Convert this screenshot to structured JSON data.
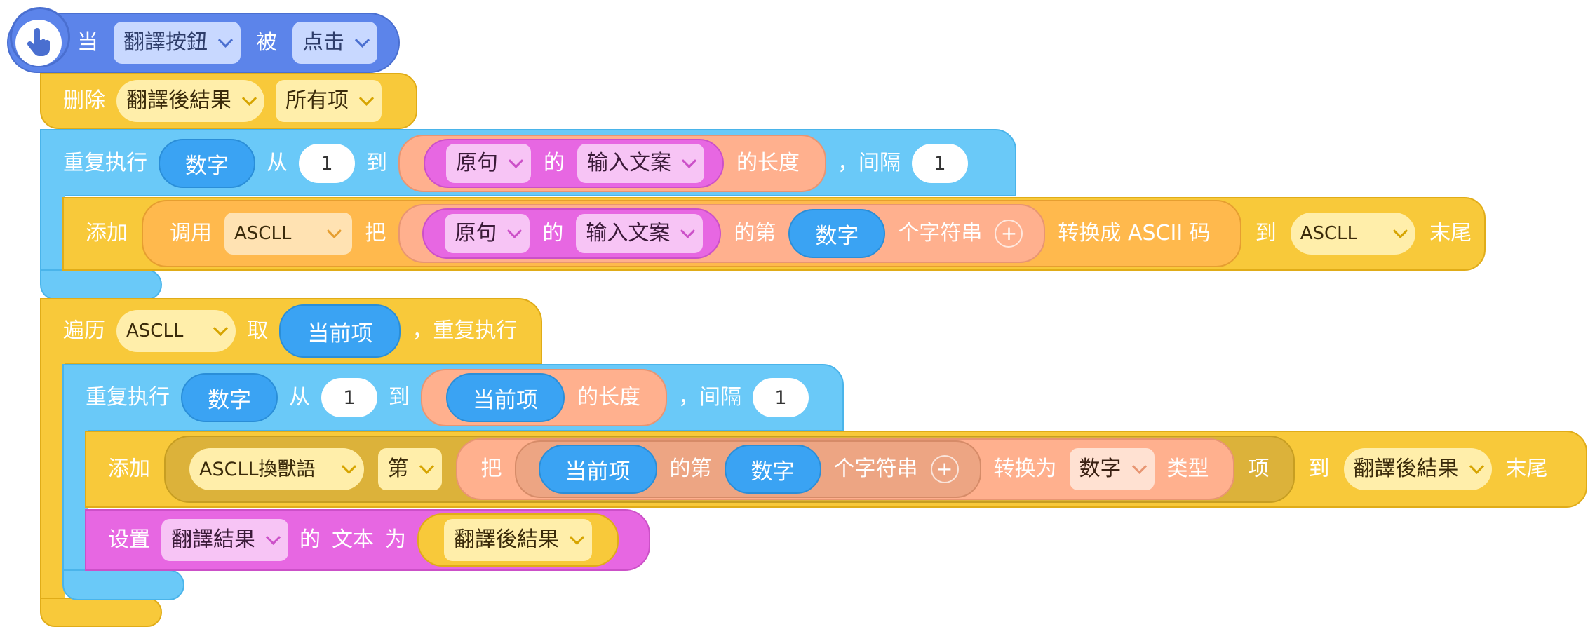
{
  "event": {
    "when": "当",
    "component": "翻譯按鈕",
    "by": "被",
    "action": "点击"
  },
  "delete_stmt": {
    "label": "删除",
    "list": "翻譯後結果",
    "which": "所有项"
  },
  "repeat1": {
    "label": "重复执行",
    "var": "数字",
    "from": "从",
    "start": "1",
    "to": "到",
    "obj": "原句",
    "of": "的",
    "prop": "输入文案",
    "length": "的长度",
    "step_label": "，间隔",
    "step": "1"
  },
  "add1": {
    "label": "添加",
    "call": "调用",
    "func": "ASCLL",
    "ba": "把",
    "obj": "原句",
    "of": "的",
    "prop": "输入文案",
    "nth": "的第",
    "var": "数字",
    "substr": "个字符串",
    "plus": "+",
    "convert": "转换成 ASCII 码",
    "to": "到",
    "list": "ASCLL",
    "end": "末尾"
  },
  "foreach": {
    "label": "遍历",
    "list": "ASCLL",
    "take": "取",
    "item": "当前项",
    "repeat": "，重复执行"
  },
  "repeat2": {
    "label": "重复执行",
    "var": "数字",
    "from": "从",
    "start": "1",
    "to": "到",
    "item": "当前项",
    "length": "的长度",
    "step_label": "，间隔",
    "step": "1"
  },
  "add2": {
    "label": "添加",
    "dict": "ASCLL換獸語",
    "index": "第",
    "ba": "把",
    "item": "当前项",
    "nth": "的第",
    "var": "数字",
    "substr": "个字符串",
    "plus": "+",
    "convert": "转换为",
    "type": "数字",
    "type_label": "类型",
    "xiang": "项",
    "to": "到",
    "list": "翻譯後結果",
    "end": "末尾"
  },
  "set_stmt": {
    "label": "设置",
    "component": "翻譯結果",
    "of": "的",
    "prop": "文本",
    "as": "为",
    "value": "翻譯後結果"
  }
}
